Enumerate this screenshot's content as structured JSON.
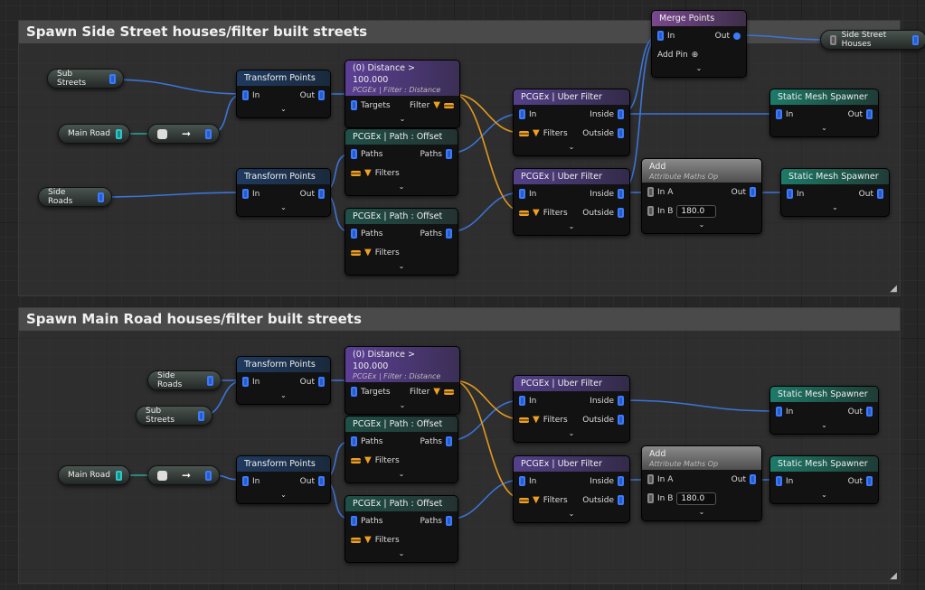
{
  "colors": {
    "points_pin": "#3b7bff",
    "filter_pin": "#f0a020",
    "transform_header": "#1f3a5f",
    "filter_header": "#54408a",
    "offset_header": "#1e4a44",
    "spawner_header": "#1d6a5e",
    "maths_header": "#666666"
  },
  "sections": [
    {
      "title": "Spawn Side Street houses/filter built streets",
      "inputs": [
        {
          "label": "Sub Streets"
        },
        {
          "label": "Main Road"
        },
        {
          "label": "Side Roads"
        }
      ],
      "output": {
        "label": "Side Street Houses"
      },
      "nodes": [
        {
          "title": "Transform Points",
          "rows": [
            {
              "l": "In",
              "r": "Out"
            }
          ]
        },
        {
          "title": "(0) Distance  > 100.000",
          "subtitle": "PCGEx | Filter : Distance",
          "rows": [
            {
              "l": "Targets",
              "r": "Filter"
            }
          ]
        },
        {
          "title": "PCGEx | Path : Offset",
          "rows": [
            {
              "l": "Paths",
              "r": "Paths"
            },
            {
              "l": "Filters",
              "r": ""
            }
          ]
        },
        {
          "title": "Transform Points",
          "rows": [
            {
              "l": "In",
              "r": "Out"
            }
          ]
        },
        {
          "title": "PCGEx | Path : Offset",
          "rows": [
            {
              "l": "Paths",
              "r": "Paths"
            },
            {
              "l": "Filters",
              "r": ""
            }
          ]
        },
        {
          "title": "PCGEx | Uber Filter",
          "rows": [
            {
              "l": "In",
              "r": "Inside"
            },
            {
              "l": "Filters",
              "r": "Outside"
            }
          ]
        },
        {
          "title": "PCGEx | Uber Filter",
          "rows": [
            {
              "l": "In",
              "r": "Inside"
            },
            {
              "l": "Filters",
              "r": "Outside"
            }
          ]
        },
        {
          "title": "Merge Points",
          "rows": [
            {
              "l": "In",
              "r": "Out"
            },
            {
              "l": "Add Pin",
              "r": ""
            }
          ]
        },
        {
          "title": "Static Mesh Spawner",
          "rows": [
            {
              "l": "In",
              "r": "Out"
            }
          ]
        },
        {
          "title": "Add",
          "subtitle": "Attribute Maths Op",
          "rows": [
            {
              "l": "In A",
              "r": "Out"
            },
            {
              "l": "In B",
              "r": "",
              "value": "180.0"
            }
          ]
        },
        {
          "title": "Static Mesh Spawner",
          "rows": [
            {
              "l": "In",
              "r": "Out"
            }
          ]
        }
      ]
    },
    {
      "title": "Spawn Main Road houses/filter built streets",
      "inputs": [
        {
          "label": "Side Roads"
        },
        {
          "label": "Sub Streets"
        },
        {
          "label": "Main Road"
        }
      ],
      "nodes": [
        {
          "title": "Transform Points",
          "rows": [
            {
              "l": "In",
              "r": "Out"
            }
          ]
        },
        {
          "title": "(0) Distance  > 100.000",
          "subtitle": "PCGEx | Filter : Distance",
          "rows": [
            {
              "l": "Targets",
              "r": "Filter"
            }
          ]
        },
        {
          "title": "PCGEx | Path : Offset",
          "rows": [
            {
              "l": "Paths",
              "r": "Paths"
            },
            {
              "l": "Filters",
              "r": ""
            }
          ]
        },
        {
          "title": "Transform Points",
          "rows": [
            {
              "l": "In",
              "r": "Out"
            }
          ]
        },
        {
          "title": "PCGEx | Path : Offset",
          "rows": [
            {
              "l": "Paths",
              "r": "Paths"
            },
            {
              "l": "Filters",
              "r": ""
            }
          ]
        },
        {
          "title": "PCGEx | Uber Filter",
          "rows": [
            {
              "l": "In",
              "r": "Inside"
            },
            {
              "l": "Filters",
              "r": "Outside"
            }
          ]
        },
        {
          "title": "PCGEx | Uber Filter",
          "rows": [
            {
              "l": "In",
              "r": "Inside"
            },
            {
              "l": "Filters",
              "r": "Outside"
            }
          ]
        },
        {
          "title": "Static Mesh Spawner",
          "rows": [
            {
              "l": "In",
              "r": "Out"
            }
          ]
        },
        {
          "title": "Add",
          "subtitle": "Attribute Maths Op",
          "rows": [
            {
              "l": "In A",
              "r": "Out"
            },
            {
              "l": "In B",
              "r": "",
              "value": "180.0"
            }
          ]
        },
        {
          "title": "Static Mesh Spawner",
          "rows": [
            {
              "l": "In",
              "r": "Out"
            }
          ]
        }
      ]
    }
  ]
}
